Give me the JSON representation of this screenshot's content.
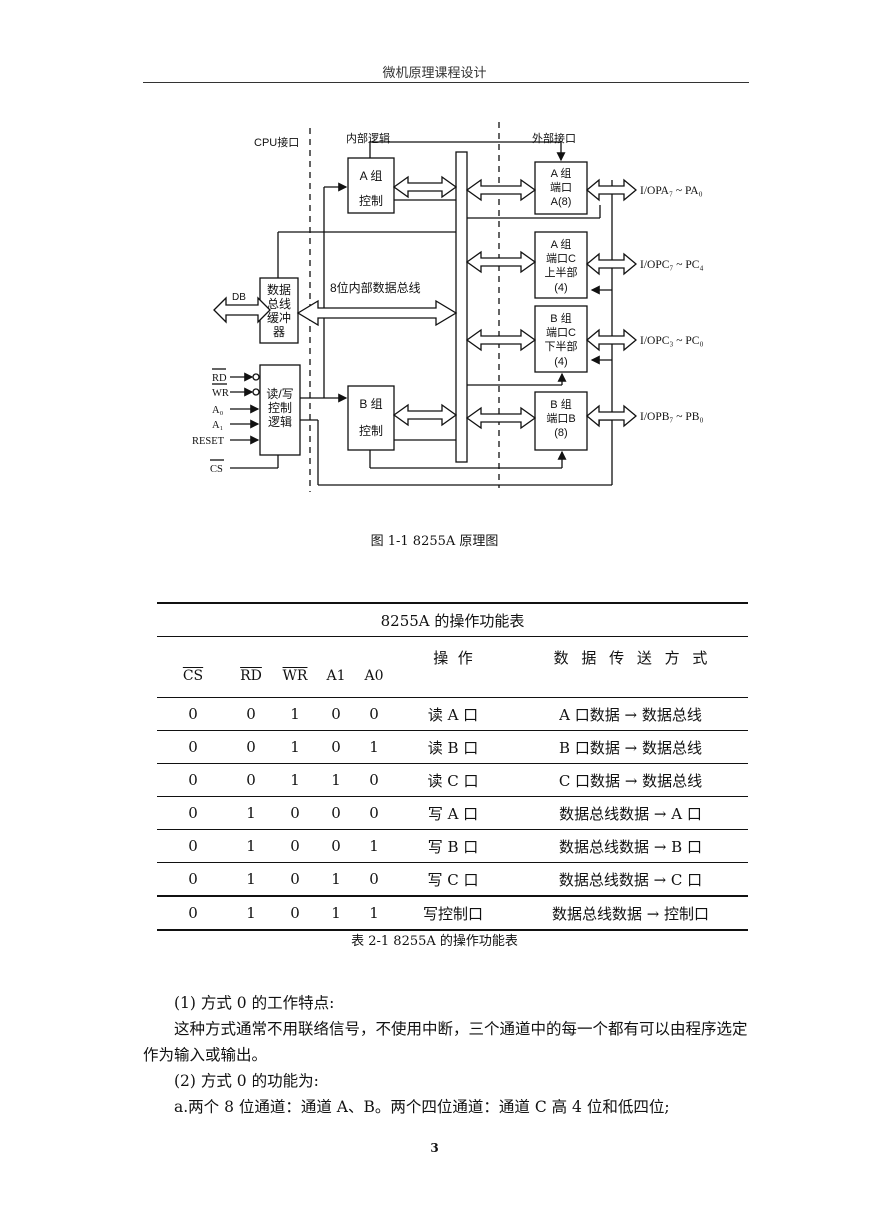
{
  "header": {
    "title": "微机原理课程设计"
  },
  "figure": {
    "caption": "图 1-1 8255A 原理图",
    "labels": {
      "cpu_interface": "CPU接口",
      "internal_logic": "内部逻辑",
      "external_interface": "外部接口",
      "db": "DB",
      "buffer": [
        "数据",
        "总线",
        "缓冲",
        "器"
      ],
      "rw_logic": [
        "读/写",
        "控制",
        "逻辑"
      ],
      "group_a_ctrl": [
        "A 组",
        "控制"
      ],
      "group_b_ctrl": [
        "B 组",
        "控制"
      ],
      "bus": "8位内部数据总线",
      "port_a": [
        "A 组",
        "端口",
        "A(8)"
      ],
      "port_c_upper": [
        "A 组",
        "端口C",
        "上半部",
        "(4)"
      ],
      "port_c_lower": [
        "B 组",
        "端口C",
        "下半部",
        "(4)"
      ],
      "port_b": [
        "B 组",
        "端口B",
        "(8)"
      ],
      "io_pa": "I/OPA₇ ~ PA₀",
      "io_pcu": "I/OPC₇ ~ PC₄",
      "io_pcl": "I/OPC₃ ~ PC₀",
      "io_pb": "I/OPB₇ ~ PB₀",
      "sig_rd": "RD",
      "sig_wr": "WR",
      "sig_a0": "A₀",
      "sig_a1": "A₁",
      "sig_reset": "RESET",
      "sig_cs": "CS"
    }
  },
  "table": {
    "title": "8255A 的操作功能表",
    "headers": {
      "cs": "CS",
      "rd": "RD",
      "wr": "WR",
      "a1": "A1",
      "a0": "A0",
      "op": "操  作",
      "mode": "数 据 传 送 方 式"
    },
    "rows": [
      [
        "0",
        "0",
        "1",
        "0",
        "0",
        "读 A 口",
        "A 口数据 → 数据总线"
      ],
      [
        "0",
        "0",
        "1",
        "0",
        "1",
        "读 B 口",
        "B 口数据 → 数据总线"
      ],
      [
        "0",
        "0",
        "1",
        "1",
        "0",
        "读 C 口",
        "C 口数据 → 数据总线"
      ],
      [
        "0",
        "1",
        "0",
        "0",
        "0",
        "写 A 口",
        "数据总线数据 → A 口"
      ],
      [
        "0",
        "1",
        "0",
        "0",
        "1",
        "写 B 口",
        "数据总线数据 → B 口"
      ],
      [
        "0",
        "1",
        "0",
        "1",
        "0",
        "写 C 口",
        "数据总线数据 → C 口"
      ],
      [
        "0",
        "1",
        "0",
        "1",
        "1",
        "写控制口",
        "数据总线数据 → 控制口"
      ]
    ],
    "caption": "表 2-1 8255A 的操作功能表"
  },
  "text": {
    "p1": "(1) 方式 0 的工作特点:",
    "p2": "这种方式通常不用联络信号，不使用中断，三个通道中的每一个都有可以由程序选定作为输入或输出。",
    "p3": "(2) 方式 0 的功能为:",
    "p4": "a.两个 8 位通道：通道 A、B。两个四位通道：通道 C 高 4 位和低四位;"
  },
  "page_number": "3"
}
